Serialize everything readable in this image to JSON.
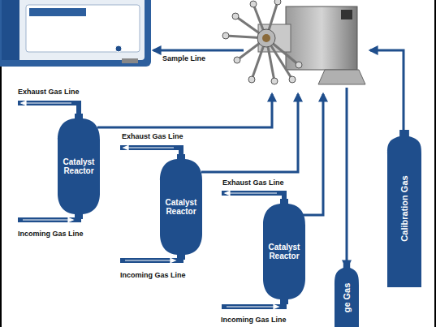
{
  "diagram": {
    "nodes": [
      {
        "text": [
          "Catalyst Reactor"
        ]
      },
      {
        "text": [
          "Catalyst Reactor"
        ]
      },
      {
        "text": [
          "Catalyst Reactor"
        ]
      },
      {
        "text": [
          "Calibration Gas"
        ]
      },
      {
        "text": [
          "ge Gas"
        ]
      }
    ],
    "labels": [
      "Sample Line",
      "Exhaust Gas Line",
      "Incoming Gas Line",
      "Exhaust Gas Line",
      "Incoming Gas Line",
      "Exhaust Gas Line",
      "Incoming Gas Line"
    ]
  }
}
